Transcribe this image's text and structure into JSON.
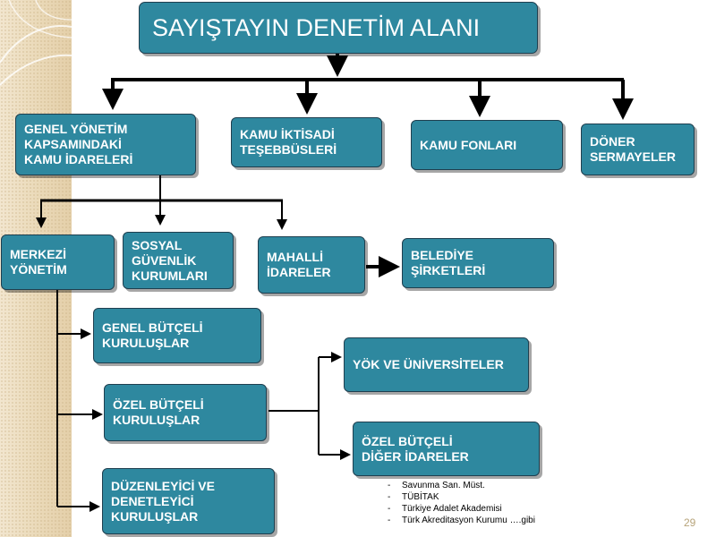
{
  "slide": {
    "title": "SAYIŞTAYIN DENETİM ALANI",
    "page_number": "29"
  },
  "boxes": {
    "genel_yonetim": "GENEL YÖNETİM\n KAPSAMINDAKİ\nKAMU İDARELERİ",
    "kamu_iktisadi": "KAMU İKTİSADİ\nTEŞEBBÜSLERİ",
    "kamu_fonlari": "KAMU FONLARI",
    "doner_sermayeler": "DÖNER\nSERMAYELER",
    "merkezi_yonetim": "MERKEZİ\n YÖNETİM",
    "sosyal_guvenlik": "SOSYAL\nGÜVENLİK\nKURUMLARI",
    "mahalli_idareler": "MAHALLİ\nİDARELER",
    "belediye_sirketleri": "BELEDİYE\nŞİRKETLERİ",
    "genel_butceli": "GENEL BÜTÇELİ\nKURULUŞLAR",
    "ozel_butceli": "ÖZEL BÜTÇELİ\nKURULUŞLAR",
    "duzenleyici": "DÜZENLEYİCİ VE\nDENETLEYİCİ\nKURULUŞLAR",
    "yok_universiteler": "YÖK VE ÜNİVERSİTELER",
    "ozel_butceli_diger": "ÖZEL BÜTÇELİ\nDİĞER İDARELER"
  },
  "notes": {
    "bullet": "-",
    "items": [
      "Savunma San. Müst.",
      "TÜBİTAK",
      "Türkiye Adalet Akademisi",
      "Türk Akreditasyon Kurumu ….gibi"
    ]
  },
  "colors": {
    "box_fill": "#2e889f",
    "box_border": "#1f3f4f",
    "connector": "#000000",
    "sidebar": "#ead9b8"
  }
}
